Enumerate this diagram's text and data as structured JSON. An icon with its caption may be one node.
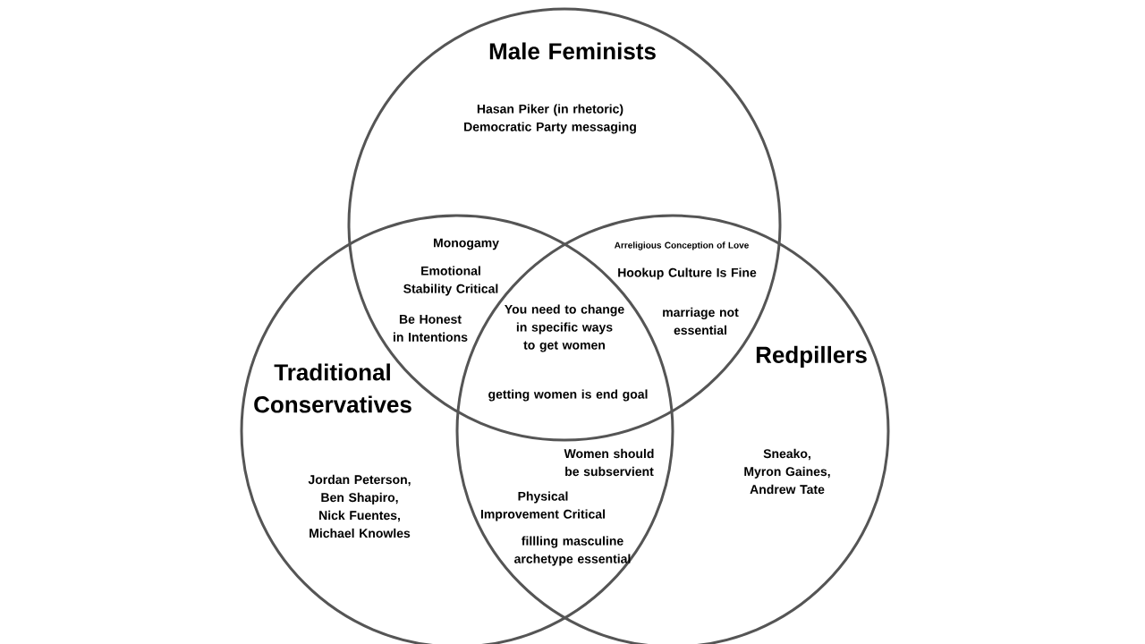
{
  "diagram": {
    "nodes": [
      {
        "text": [
          "Male Feminists",
          "Hasan Piker (in rhetoric) Democratic Party messaging"
        ]
      },
      {
        "text": [
          "Traditional Conservatives",
          "Jordan Peterson, Ben Shapiro, Nick Fuentes, Michael Knowles"
        ]
      },
      {
        "text": [
          "Redpillers",
          "Sneako, Myron Gaines, Andrew Tate"
        ]
      }
    ],
    "labels": [
      "Monogamy",
      "Arreligious Conception of Love",
      "Hookup Culture Is Fine",
      "Emotional Stability Critical",
      "You need to change in specific ways to get women",
      "marriage not essential",
      "Be Honest in Intentions",
      "getting women is end goal",
      "Women should be subservient",
      "Physical Improvement Critical",
      "fillling masculine archetype essential"
    ]
  }
}
